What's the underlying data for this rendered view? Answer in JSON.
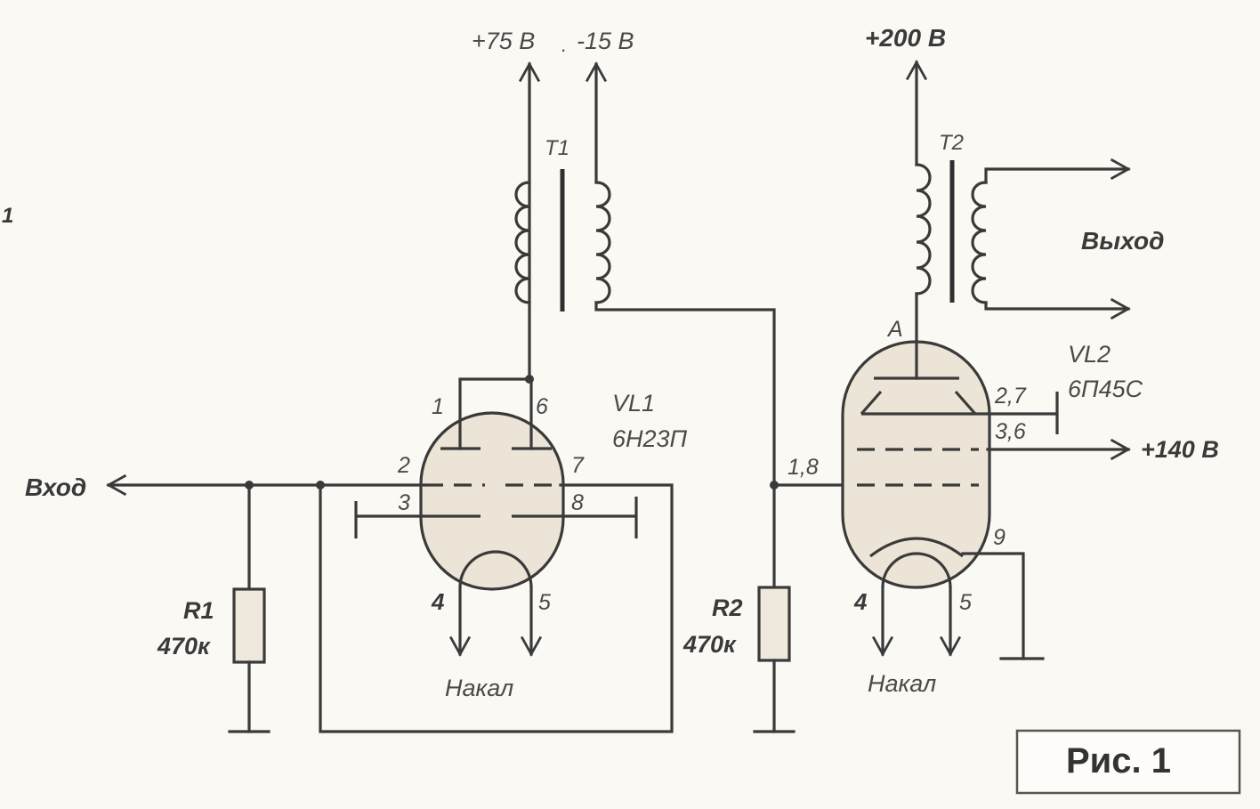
{
  "supplies": {
    "v75": "+75 В",
    "sep": ".",
    "vm15": "-15 В",
    "v200": "+200 В",
    "v140": "+140 В"
  },
  "transformers": {
    "t1": "T1",
    "t2": "T2"
  },
  "tubes": {
    "vl1": {
      "ref": "VL1",
      "type": "6Н23П"
    },
    "vl2": {
      "ref": "VL2",
      "type": "6П45С"
    }
  },
  "resistors": {
    "r1": {
      "ref": "R1",
      "value": "470к"
    },
    "r2": {
      "ref": "R2",
      "value": "470к"
    }
  },
  "signals": {
    "input": "Вход",
    "output": "Выход"
  },
  "heater": {
    "vl1": "Накал",
    "vl2": "Накал"
  },
  "pins": {
    "vl1": {
      "p1": "1",
      "p6": "6",
      "p2": "2",
      "p7": "7",
      "p3": "3",
      "p8": "8",
      "p4": "4",
      "p5": "5"
    },
    "vl2": {
      "anode": "A",
      "p27": "2,7",
      "p36": "3,6",
      "p18": "1,8",
      "p9": "9",
      "p4": "4",
      "p5": "5"
    }
  },
  "margin_mark": "1",
  "figure_caption": "Рис. 1"
}
